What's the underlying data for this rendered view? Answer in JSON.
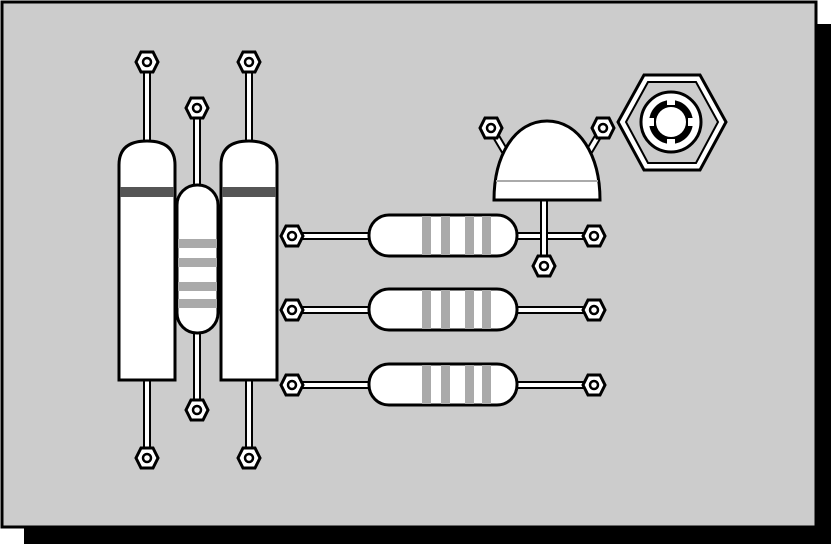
{
  "diagram": {
    "description_visible_text": "",
    "colors": {
      "board": "#cccccc",
      "board_border": "#000000",
      "shadow": "#000000",
      "component_fill": "#ffffff",
      "outline": "#000000",
      "band_dark": "#555555",
      "band_light": "#aaaaaa",
      "lead": "#ffffff"
    },
    "components": [
      {
        "kind": "axial-capacitor",
        "label": ""
      },
      {
        "kind": "axial-resistor-vertical",
        "label": ""
      },
      {
        "kind": "axial-capacitor",
        "label": ""
      },
      {
        "kind": "axial-resistor-horizontal",
        "label": ""
      },
      {
        "kind": "axial-resistor-horizontal",
        "label": ""
      },
      {
        "kind": "axial-resistor-horizontal",
        "label": ""
      },
      {
        "kind": "transistor-to92",
        "label": ""
      },
      {
        "kind": "hex-nut-jack",
        "label": ""
      }
    ]
  }
}
